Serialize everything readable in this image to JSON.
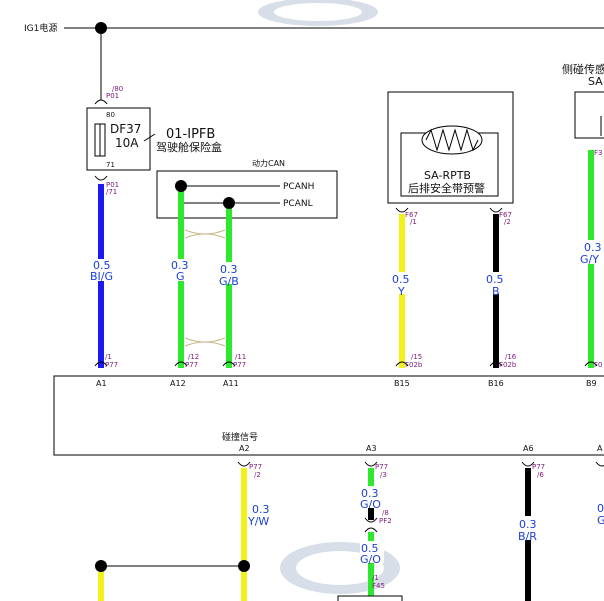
{
  "power": {
    "ig1_label": "IG1电源"
  },
  "fuse": {
    "name": "DF37",
    "rating": "10A",
    "box_code": "01-IPFB",
    "box_name": "驾驶舱保险盒",
    "top_pin": "80",
    "bottom_pin": "71",
    "top_conn": "P01",
    "top_conn_pin": "/80",
    "bottom_conn": "P01",
    "bottom_conn_pin": "/71"
  },
  "can_bus": {
    "title": "动力CAN",
    "high": "PCANH",
    "low": "PCANL"
  },
  "sensor": {
    "name": "SA-RPTB",
    "desc": "后排安全带预警",
    "left_conn": "F67",
    "left_pin": "/1",
    "right_conn": "F67",
    "right_pin": "/2"
  },
  "side_sensor": {
    "title_partial": "侧碰传感",
    "code_partial": "SA",
    "conn_partial": "F3"
  },
  "wires_top": [
    {
      "size": "0.5",
      "color": "BI/G"
    },
    {
      "size": "0.3",
      "color": "G"
    },
    {
      "size": "0.3",
      "color": "G/B"
    },
    {
      "size": "0.5",
      "color": "Y"
    },
    {
      "size": "0.5",
      "color": "B"
    },
    {
      "size": "0.3",
      "color": "G/Y"
    }
  ],
  "module_pins_top": [
    {
      "conn": "P77",
      "pin": "/1",
      "label": "A1"
    },
    {
      "conn": "P77",
      "pin": "/12",
      "label": "A12"
    },
    {
      "conn": "P77",
      "pin": "/11",
      "label": "A11"
    },
    {
      "conn": "F02b",
      "pin": "/15",
      "label": "B15"
    },
    {
      "conn": "F02b",
      "pin": "/16",
      "label": "B16"
    },
    {
      "conn": "F0",
      "pin": "",
      "label": "B9"
    }
  ],
  "module": {
    "label": "碰撞信号"
  },
  "module_pins_bottom": [
    {
      "label": "A2",
      "conn": "P77",
      "pin": "/2"
    },
    {
      "label": "A3",
      "conn": "P77",
      "pin": "/3"
    },
    {
      "label": "A6",
      "conn": "P77",
      "pin": "/6"
    },
    {
      "label": "A",
      "conn": "",
      "pin": ""
    }
  ],
  "wires_bottom": [
    {
      "size": "0.3",
      "color": "Y/W"
    },
    {
      "size": "0.3",
      "color": "G/O"
    },
    {
      "size": "0.5",
      "color": "G/O"
    },
    {
      "size": "0.3",
      "color": "B/R"
    },
    {
      "size": "0",
      "color": "G"
    }
  ],
  "inline_connector": {
    "pin": "/8",
    "conn": "PF2",
    "pin2": "/1",
    "conn2": "F45"
  }
}
